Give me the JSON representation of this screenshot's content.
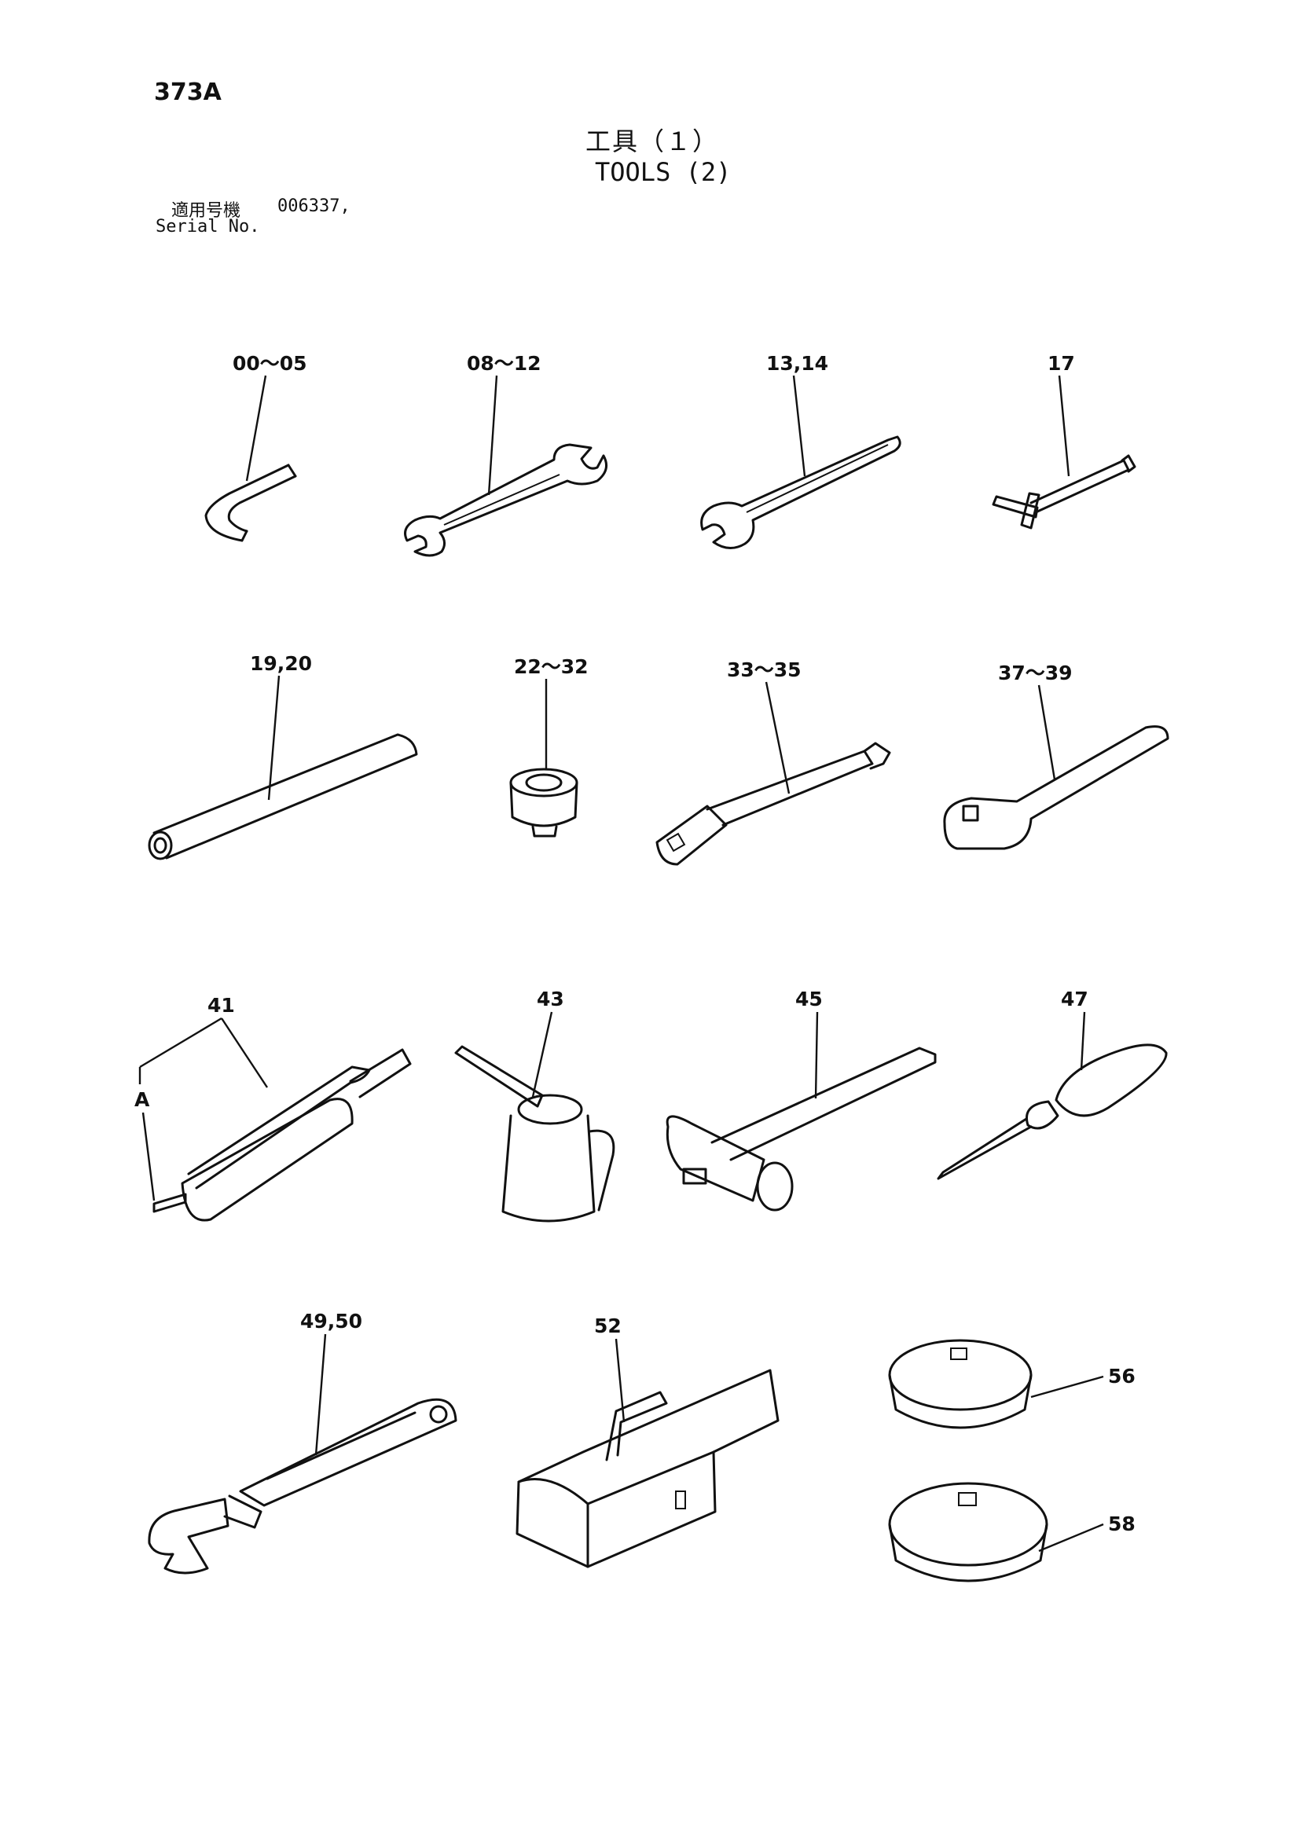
{
  "header": {
    "page_number": "373A",
    "title_ja": "工具（１）",
    "title_en": "TOOLS (2)",
    "applicable_ja": "適用号機",
    "serial_value": "006337,",
    "serial_en": "Serial No."
  },
  "callouts": {
    "hex_key": "00～05",
    "spanner_double": "08～12",
    "spanner_single": "13,14",
    "t_socket": "17",
    "bar": "19,20",
    "socket": "22～32",
    "extension": "33～35",
    "ratchet": "37～39",
    "grease_gun": "41",
    "grease_gun_detail": "A",
    "oil_can": "43",
    "hammer": "45",
    "screwdriver": "47",
    "adjustable_wrench": "49,50",
    "tool_box": "52",
    "filter_wrench_small": "56",
    "filter_wrench_large": "58"
  }
}
